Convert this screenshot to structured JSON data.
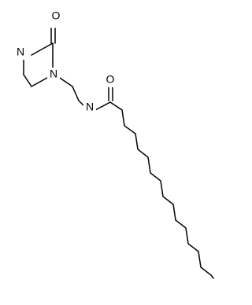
{
  "molecule": {
    "atom_labels": {
      "ring_carbonyl_o": "O",
      "ring_nh": "N",
      "ring_n_tertiary": "N",
      "amide_o": "O",
      "amide_nh": "N"
    },
    "colors": {
      "bonds": "#000000",
      "labels": "#000000",
      "background": "#ffffff"
    }
  }
}
